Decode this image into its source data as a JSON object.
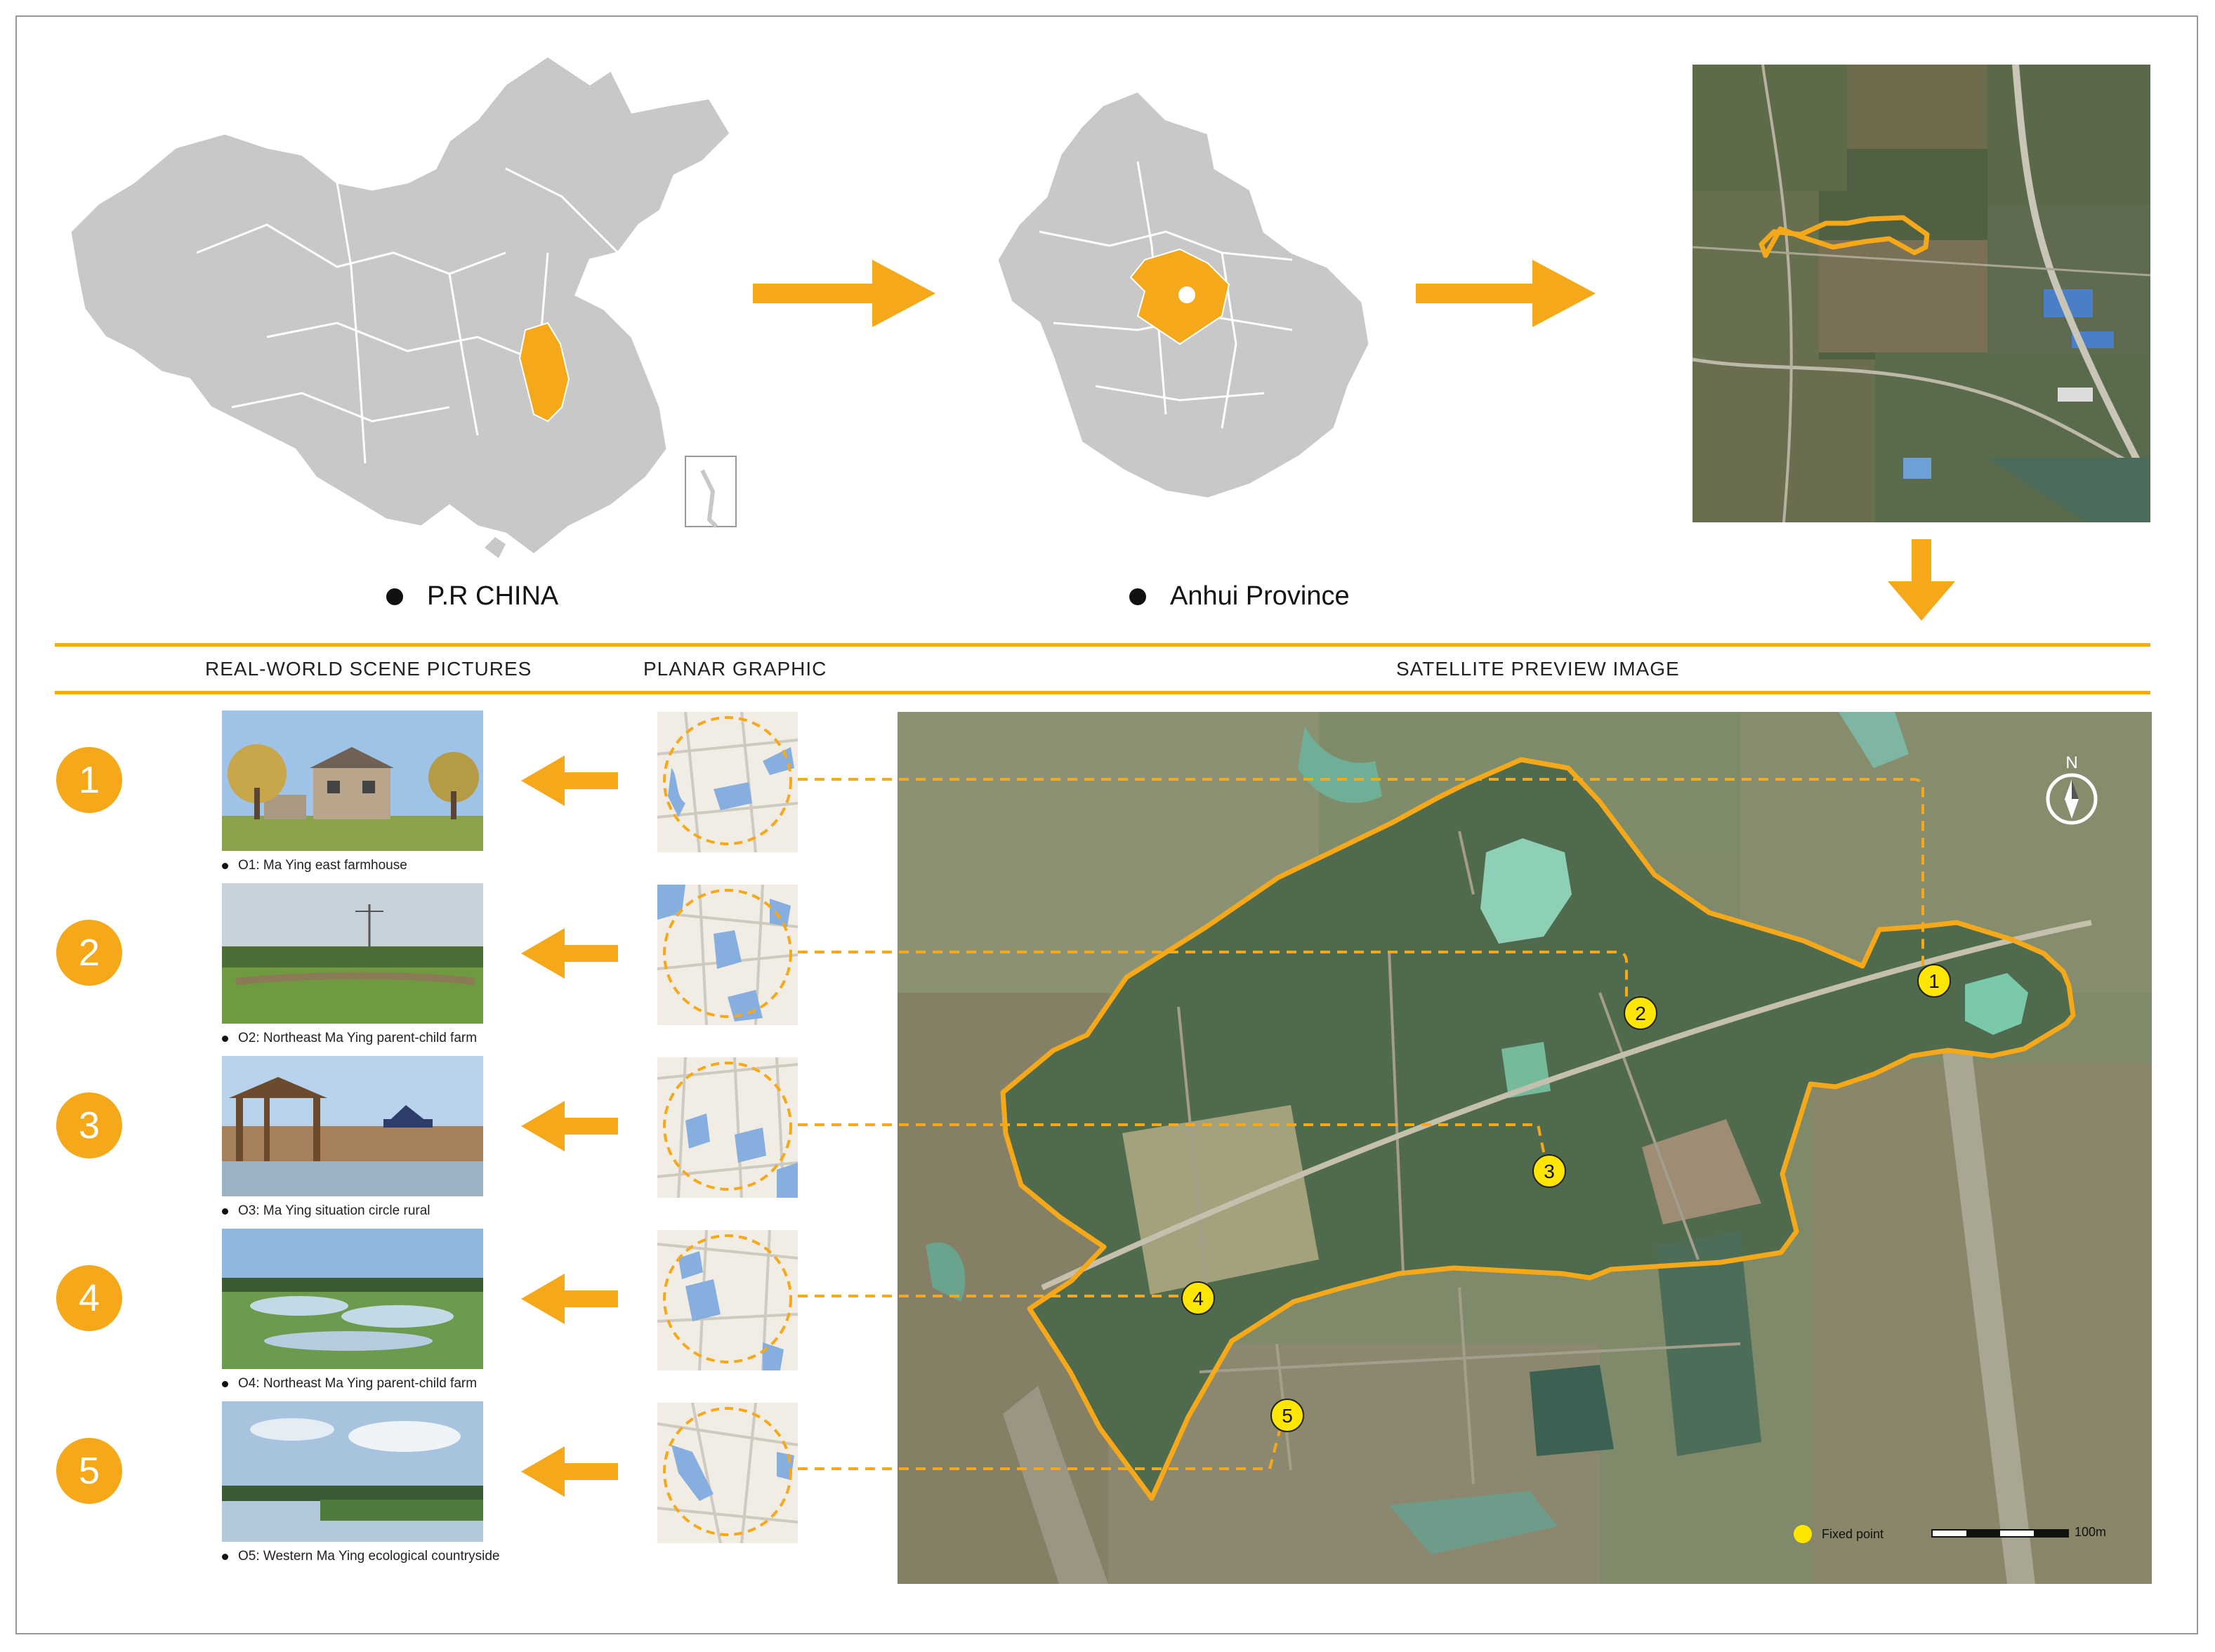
{
  "regions": {
    "china_label": "P.R CHINA",
    "anhui_label": "Anhui Province"
  },
  "columns": {
    "real_world": "REAL-WORLD SCENE PICTURES",
    "planar": "PLANAR GRAPHIC",
    "satellite": "SATELLITE PREVIEW IMAGE"
  },
  "points": [
    {
      "number": "1",
      "caption": "O1:  Ma Ying east farmhouse"
    },
    {
      "number": "2",
      "caption": "O2:  Northeast Ma Ying parent-child farm"
    },
    {
      "number": "3",
      "caption": "O3:  Ma Ying situation circle rural"
    },
    {
      "number": "4",
      "caption": "O4:  Northeast Ma Ying parent-child farm"
    },
    {
      "number": "5",
      "caption": "O5:  Western Ma Ying ecological countryside"
    }
  ],
  "map": {
    "north": "N",
    "legend_label": "Fixed point",
    "scale_label": "100m"
  },
  "colors": {
    "accent": "#f5a91a",
    "map_gray": "#c8c8c8",
    "fixed_point": "#ffe600"
  }
}
